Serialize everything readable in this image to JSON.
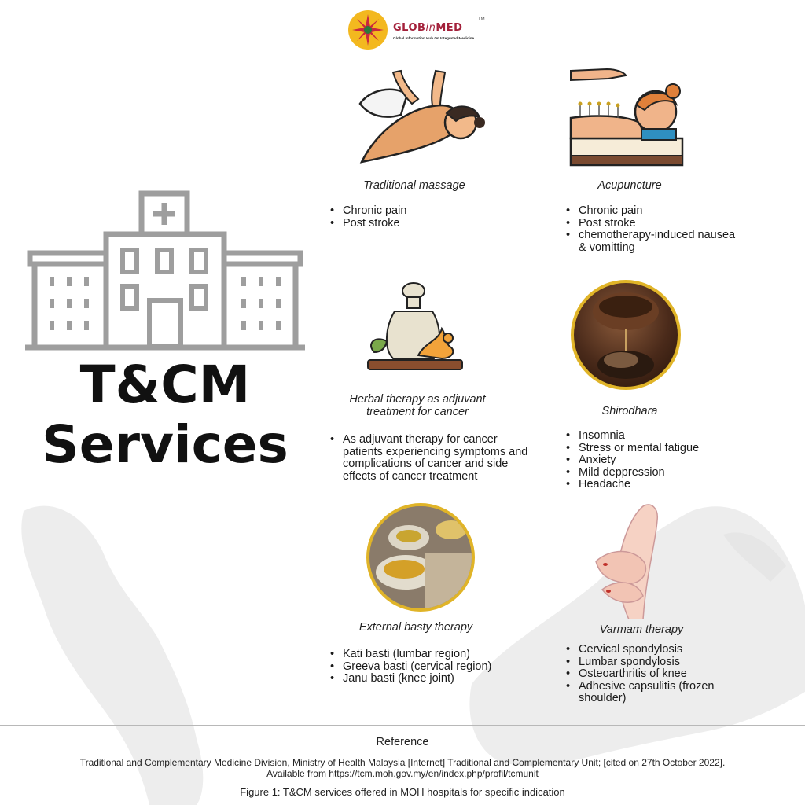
{
  "logo": {
    "name_a": "GLOB",
    "name_b": "in",
    "name_c": "MED",
    "tm": "TM",
    "tagline": "Global Information Hub On Integrated Medicine"
  },
  "hero": {
    "title_line1": "T&CM",
    "title_line2": "Services"
  },
  "services": [
    {
      "title": "Traditional massage",
      "icon": "massage-icon",
      "items": [
        "Chronic pain",
        "Post stroke"
      ]
    },
    {
      "title": "Acupuncture",
      "icon": "acupuncture-icon",
      "items": [
        "Chronic pain",
        "Post stroke",
        "chemotherapy-induced nausea & vomitting"
      ]
    },
    {
      "title": "Herbal therapy as adjuvant treatment for cancer",
      "icon": "herbal-compress-icon",
      "items": [
        "As adjuvant therapy for cancer patients experiencing symptoms and complications of cancer and side effects of cancer treatment"
      ]
    },
    {
      "title": "Shirodhara",
      "icon": "shirodhara-photo",
      "items": [
        "Insomnia",
        "Stress or mental fatigue",
        "Anxiety",
        "Mild deppression",
        "Headache"
      ]
    },
    {
      "title": "External basty therapy",
      "icon": "basti-photo",
      "items": [
        "Kati basti (lumbar region)",
        "Greeva basti (cervical region)",
        "Janu basti (knee joint)"
      ]
    },
    {
      "title": "Varmam therapy",
      "icon": "foot-massage-icon",
      "items": [
        "Cervical spondylosis",
        "Lumbar spondylosis",
        "Osteoarthritis of knee",
        "Adhesive capsulitis (frozen shoulder)"
      ]
    }
  ],
  "reference": {
    "heading": "Reference",
    "line1": "Traditional and Complementary Medicine Division, Ministry of Health Malaysia [Internet] Traditional and Complementary Unit; [cited on 27th October 2022].",
    "line2": "Available from https://tcm.moh.gov.my/en/index.php/profil/tcmunit"
  },
  "caption": "Figure 1: T&CM services offered in MOH hospitals for specific indication",
  "colors": {
    "brand": "#a3203a",
    "hospital_stroke": "#9e9e9e",
    "map_fill": "#ececec",
    "photo_ring": "#e0b428"
  }
}
